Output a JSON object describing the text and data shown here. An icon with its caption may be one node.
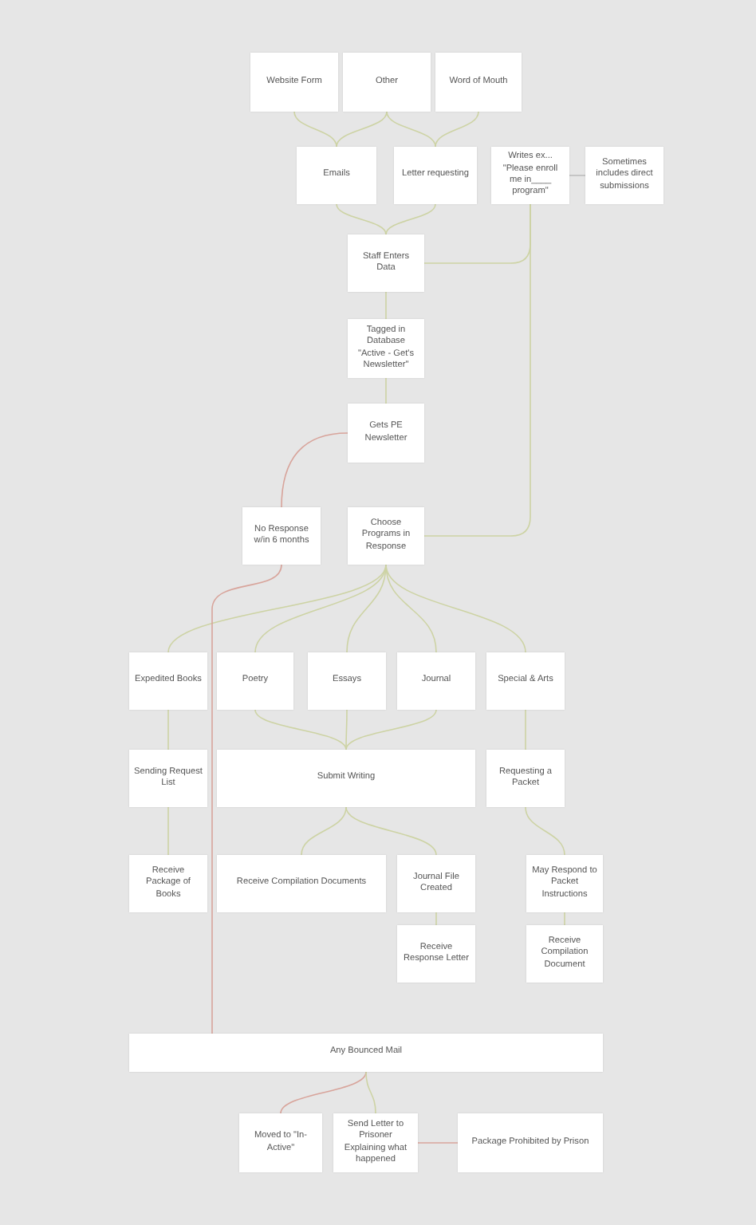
{
  "diagram": {
    "nodes": [
      {
        "text": [
          "Website Form"
        ]
      },
      {
        "text": [
          "Other"
        ]
      },
      {
        "text": [
          "Word of Mouth"
        ]
      },
      {
        "text": [
          "Emails"
        ]
      },
      {
        "text": [
          "Letter requesting"
        ]
      },
      {
        "text": [
          "Writes ex... \"Please enroll me in____ program\""
        ]
      },
      {
        "text": [
          "Sometimes includes direct submissions"
        ]
      },
      {
        "text": [
          "Staff Enters Data"
        ]
      },
      {
        "text": [
          "Tagged in Database \"Active - Get's Newsletter\""
        ]
      },
      {
        "text": [
          "Gets PE Newsletter"
        ]
      },
      {
        "text": [
          "No Response w/in 6 months"
        ]
      },
      {
        "text": [
          "Choose Programs in Response"
        ]
      },
      {
        "text": [
          "Expedited Books"
        ]
      },
      {
        "text": [
          "Poetry"
        ]
      },
      {
        "text": [
          "Essays"
        ]
      },
      {
        "text": [
          "Journal"
        ]
      },
      {
        "text": [
          "Special & Arts"
        ]
      },
      {
        "text": [
          "Sending Request List"
        ]
      },
      {
        "text": [
          "Submit Writing"
        ]
      },
      {
        "text": [
          "Requesting a Packet"
        ]
      },
      {
        "text": [
          "Receive Package of Books"
        ]
      },
      {
        "text": [
          "Receive Compilation Documents"
        ]
      },
      {
        "text": [
          "Journal File Created"
        ]
      },
      {
        "text": [
          "May Respond to Packet Instructions"
        ]
      },
      {
        "text": [
          "Receive Response Letter"
        ]
      },
      {
        "text": [
          "Receive Compilation Document"
        ]
      },
      {
        "text": [
          "Any Bounced Mail"
        ]
      },
      {
        "text": [
          "Moved to \"In-Active\""
        ]
      },
      {
        "text": [
          "Send Letter to Prisoner Explaining what happened"
        ]
      },
      {
        "text": [
          "Package Prohibited by Prison"
        ]
      }
    ],
    "edges": [
      {
        "from": 0,
        "to": 3,
        "arrow": "none"
      },
      {
        "from": 1,
        "to": 3,
        "arrow": "none"
      },
      {
        "from": 1,
        "to": 4,
        "arrow": "none"
      },
      {
        "from": 2,
        "to": 4,
        "arrow": "none"
      },
      {
        "from": 3,
        "to": 7,
        "arrow": "none"
      },
      {
        "from": 4,
        "to": 7,
        "arrow": "none"
      },
      {
        "from": 5,
        "to": 7,
        "arrow": "none"
      },
      {
        "from": 5,
        "to": 6,
        "arrow": "none",
        "color": "#bdbdbd"
      },
      {
        "from": 5,
        "to": 11,
        "arrow": "none"
      },
      {
        "from": 7,
        "to": 8,
        "arrow": "none"
      },
      {
        "from": 8,
        "to": 9,
        "arrow": "none"
      },
      {
        "from": 9,
        "to": 10,
        "arrow": "none",
        "color": "#d8a49b"
      },
      {
        "from": 11,
        "to": 12,
        "arrow": "none"
      },
      {
        "from": 11,
        "to": 13,
        "arrow": "none"
      },
      {
        "from": 11,
        "to": 14,
        "arrow": "none"
      },
      {
        "from": 11,
        "to": 15,
        "arrow": "none"
      },
      {
        "from": 11,
        "to": 16,
        "arrow": "none"
      },
      {
        "from": 12,
        "to": 17,
        "arrow": "none"
      },
      {
        "from": 13,
        "to": 18,
        "arrow": "none"
      },
      {
        "from": 14,
        "to": 18,
        "arrow": "none"
      },
      {
        "from": 15,
        "to": 18,
        "arrow": "none"
      },
      {
        "from": 16,
        "to": 19,
        "arrow": "none"
      },
      {
        "from": 17,
        "to": 20,
        "arrow": "none"
      },
      {
        "from": 18,
        "to": 21,
        "arrow": "none"
      },
      {
        "from": 18,
        "to": 22,
        "arrow": "none"
      },
      {
        "from": 19,
        "to": 23,
        "arrow": "none"
      },
      {
        "from": 22,
        "to": 24,
        "arrow": "none"
      },
      {
        "from": 23,
        "to": 25,
        "arrow": "none"
      },
      {
        "from": 10,
        "to": 26,
        "arrow": "none",
        "color": "#d8a49b"
      },
      {
        "from": 26,
        "to": 27,
        "arrow": "none",
        "color": "#d8a49b"
      },
      {
        "from": 26,
        "to": 28,
        "arrow": "none"
      },
      {
        "from": 28,
        "to": 29,
        "arrow": "none",
        "color": "#d8a49b"
      }
    ]
  }
}
